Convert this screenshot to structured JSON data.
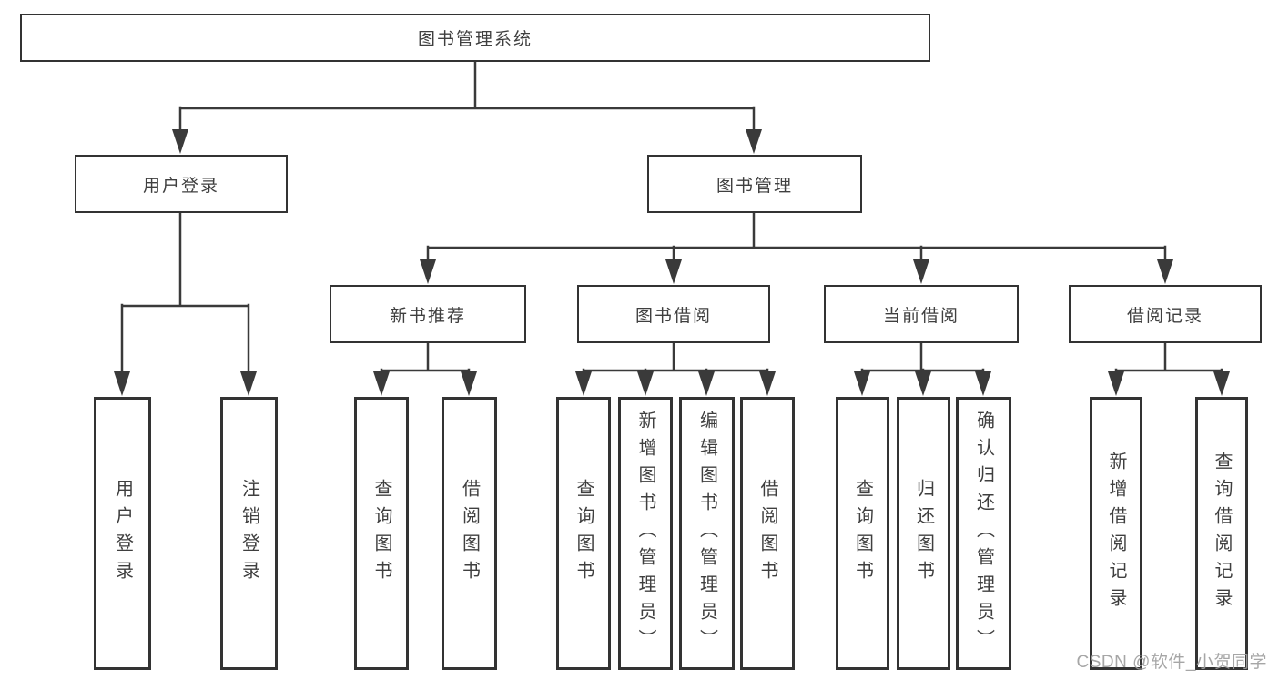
{
  "diagram": {
    "root": {
      "label": "图书管理系统"
    },
    "children": [
      {
        "label": "用户登录",
        "children": [
          {
            "label": "用户登录"
          },
          {
            "label": "注销登录"
          }
        ]
      },
      {
        "label": "图书管理",
        "children": [
          {
            "label": "新书推荐",
            "children": [
              {
                "label": "查询图书"
              },
              {
                "label": "借阅图书"
              }
            ]
          },
          {
            "label": "图书借阅",
            "children": [
              {
                "label": "查询图书"
              },
              {
                "label": "新增图书（管理员）"
              },
              {
                "label": "编辑图书（管理员）"
              },
              {
                "label": "借阅图书"
              }
            ]
          },
          {
            "label": "当前借阅",
            "children": [
              {
                "label": "查询图书"
              },
              {
                "label": "归还图书"
              },
              {
                "label": "确认归还（管理员）"
              }
            ]
          },
          {
            "label": "借阅记录",
            "children": [
              {
                "label": "新增借阅记录"
              },
              {
                "label": "查询借阅记录"
              }
            ]
          }
        ]
      }
    ]
  },
  "watermark": {
    "text": "CSDN @软件_小贺同学"
  },
  "colors": {
    "line": "#3a3a3a",
    "box_border": "#333333",
    "text": "#3f3f3f",
    "watermark": "#9e9e9e",
    "background": "#ffffff"
  }
}
